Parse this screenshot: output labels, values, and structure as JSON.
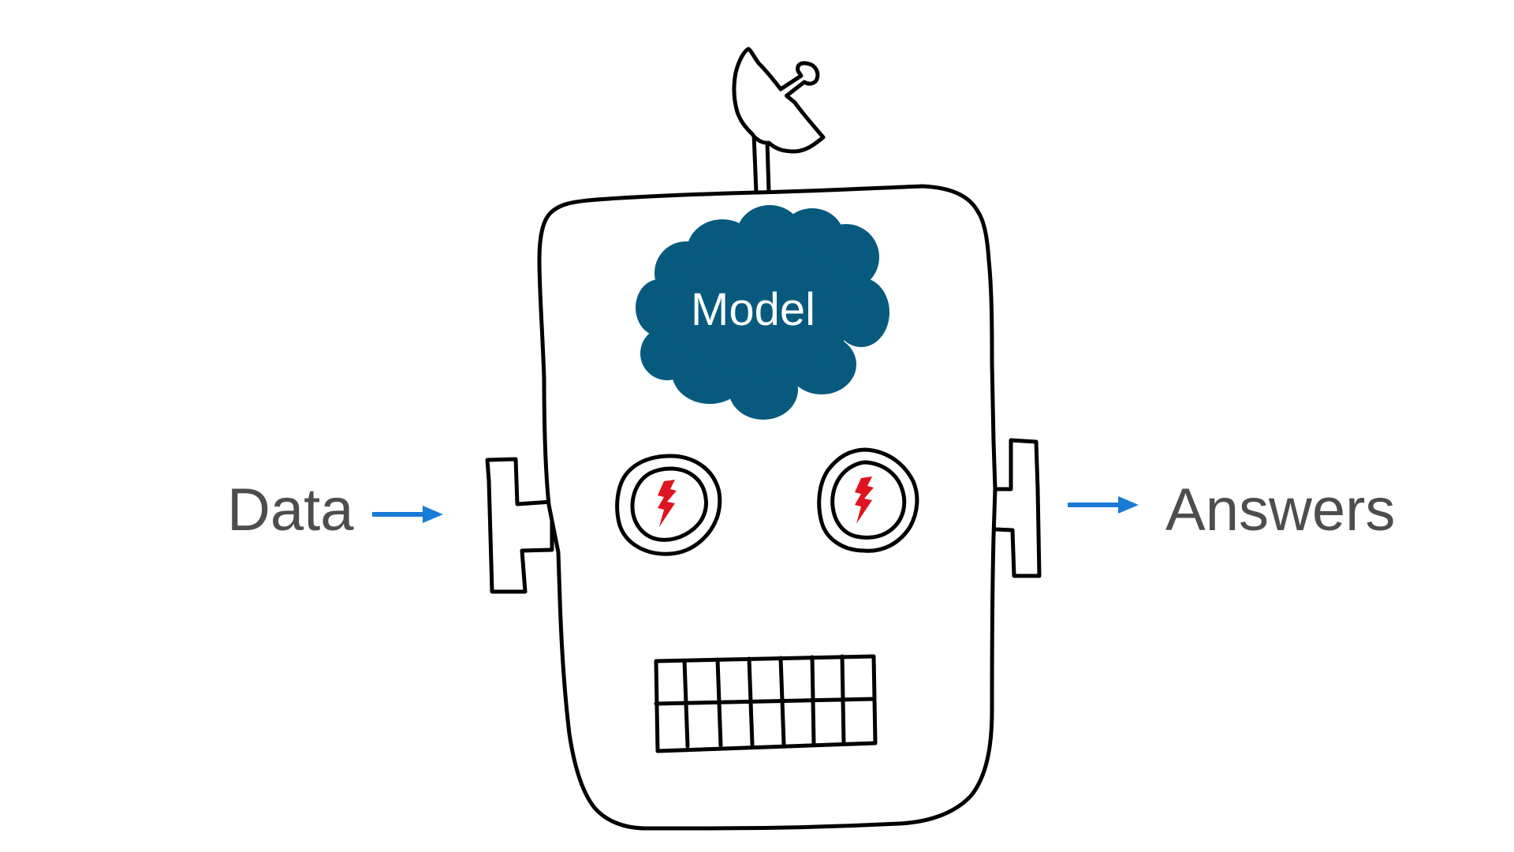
{
  "diagram": {
    "input_label": "Data",
    "output_label": "Answers",
    "model_label": "Model"
  },
  "colors": {
    "background": "#ffffff",
    "label_text": "#4d4d4d",
    "arrow": "#1a7bd6",
    "cloud": "#075a7e",
    "cloud_text": "#ffffff",
    "outline": "#000000",
    "bolt": "#e0141e"
  },
  "icons": {
    "robot": "robot-head-icon",
    "antenna": "satellite-dish-icon",
    "cloud": "cloud-icon",
    "eyes": "lightning-bolt-icon"
  }
}
